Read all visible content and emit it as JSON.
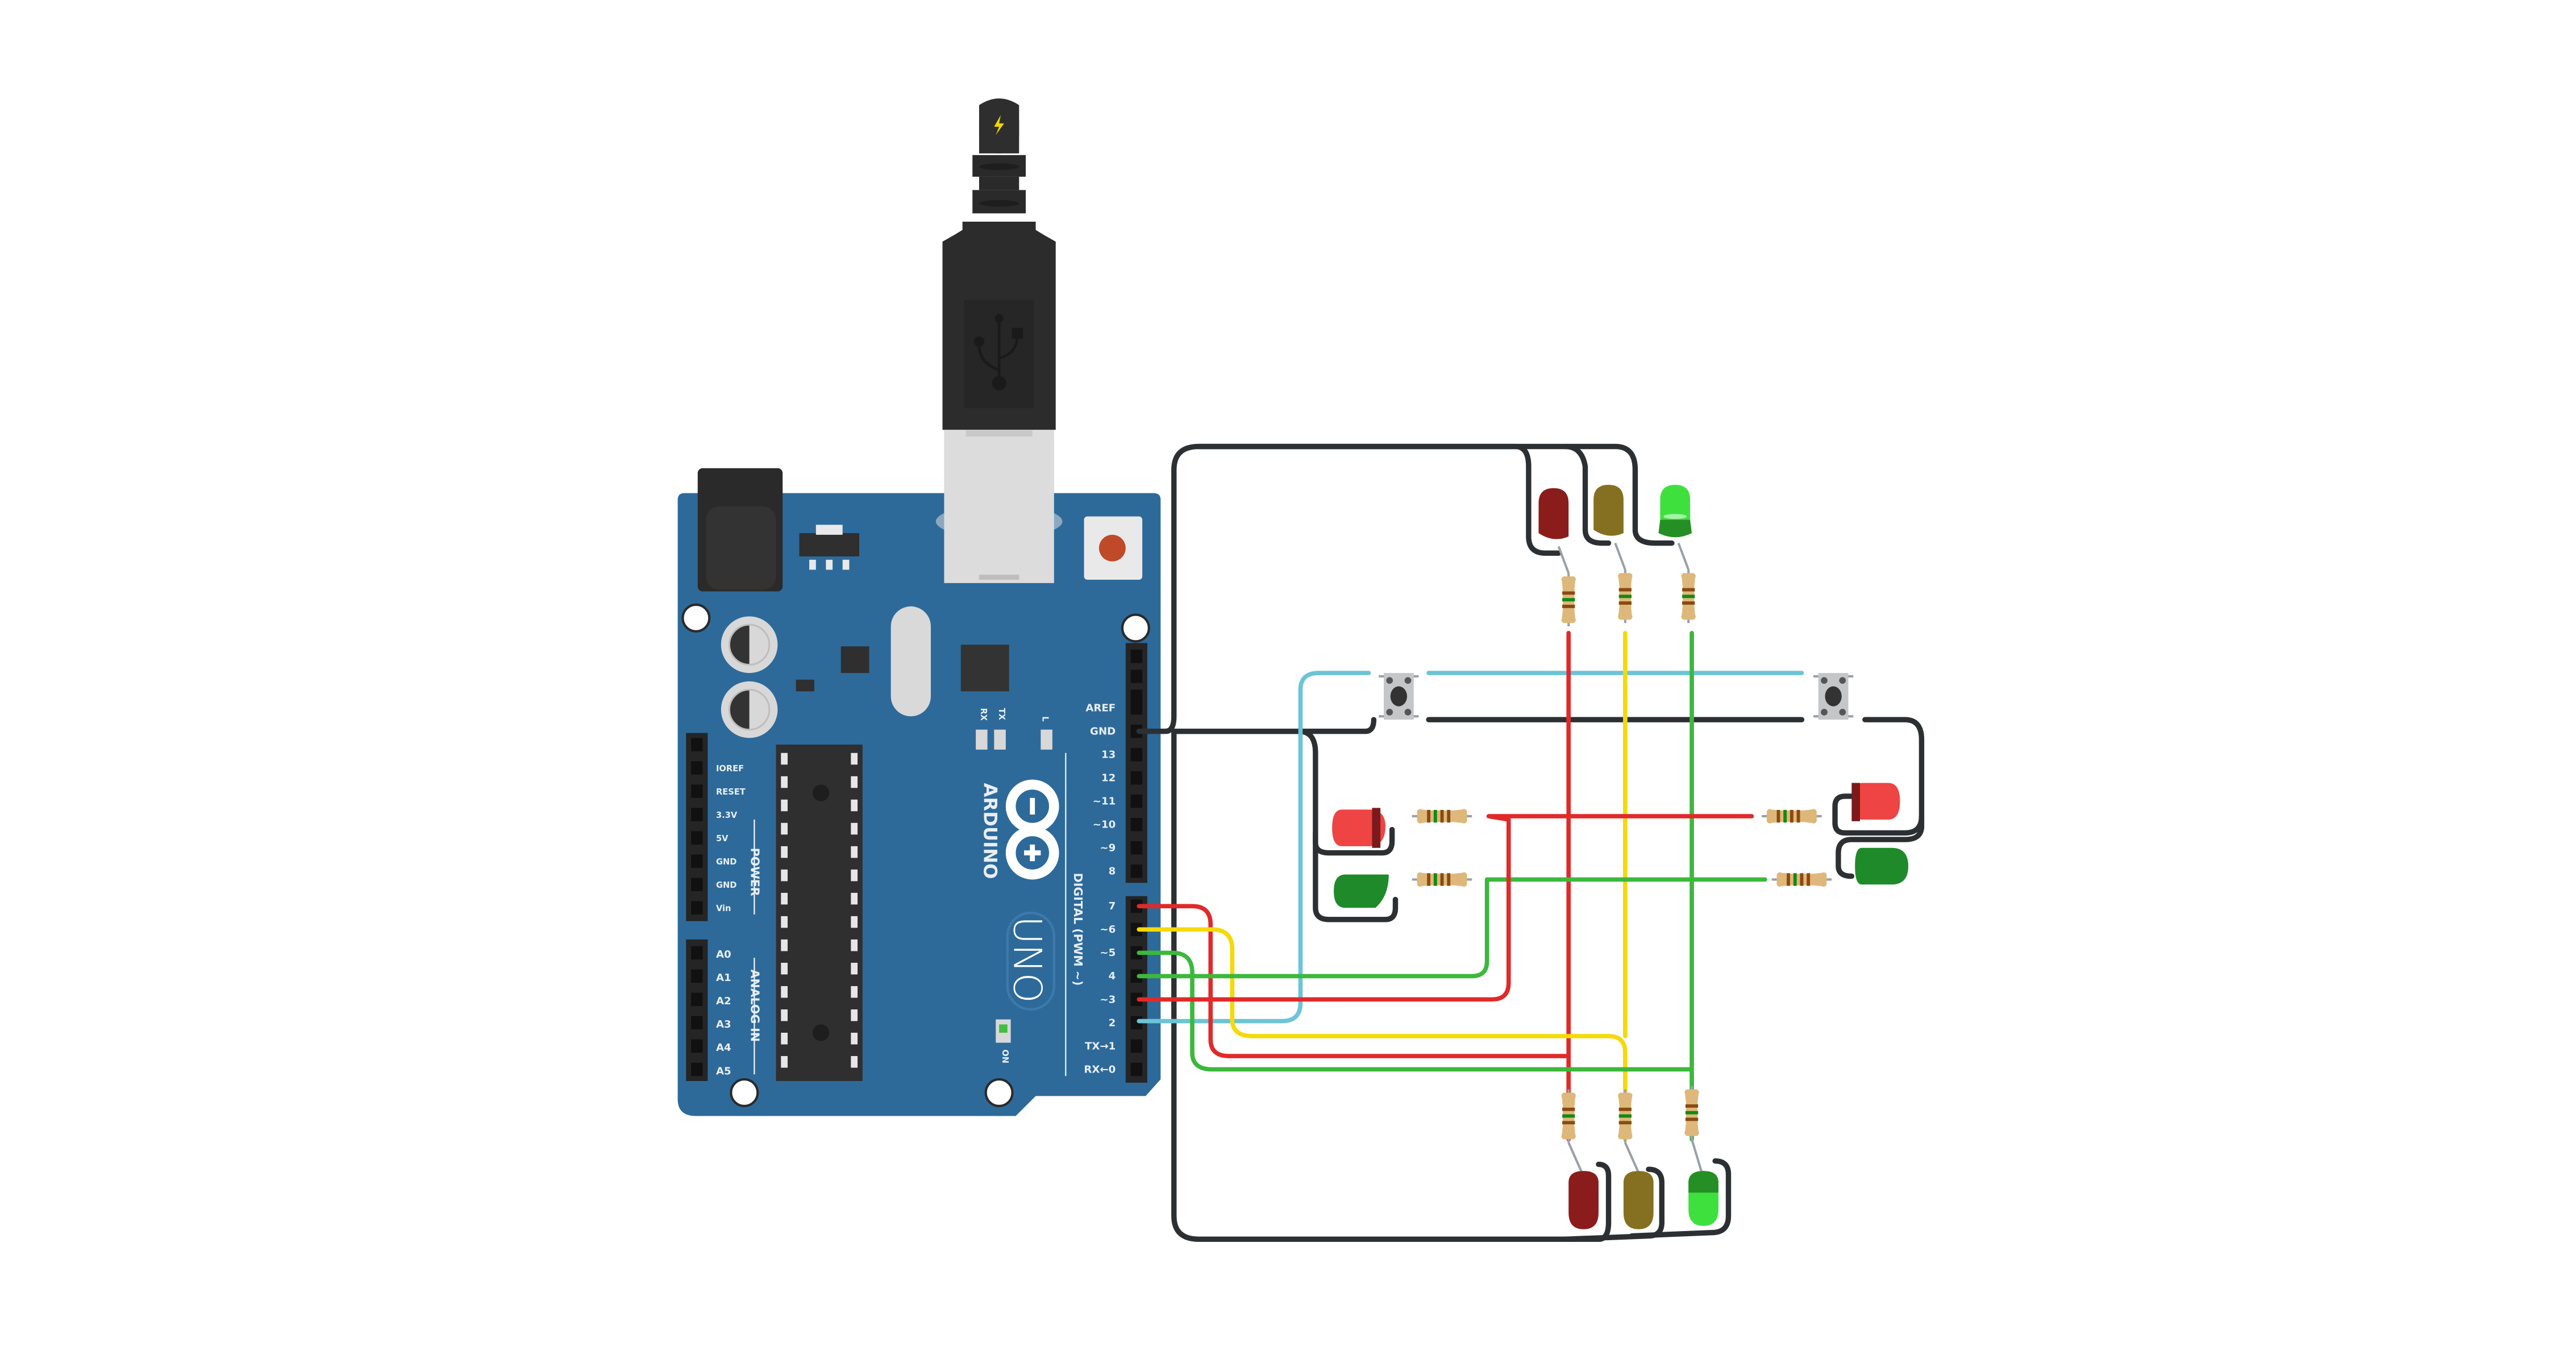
{
  "title": "Traffic light with pedestrian crossing circuit",
  "board": {
    "name": "Arduino Uno",
    "brand_text": "ARDUINO",
    "model_text": "UNO",
    "color": "#2d6a9a",
    "digital_section_label": "DIGITAL (PWM ~)",
    "power_section_label": "POWER",
    "analog_section_label": "ANALOG IN",
    "on_led_label": "ON",
    "status_leds": [
      "RX",
      "TX",
      "L"
    ],
    "digital_pins": [
      "AREF",
      "GND",
      "13",
      "12",
      "~11",
      "~10",
      "~9",
      "8",
      "7",
      "~6",
      "~5",
      "4",
      "~3",
      "2",
      "TX→1",
      "RX←0"
    ],
    "power_pins": [
      "IOREF",
      "RESET",
      "3.3V",
      "5V",
      "GND",
      "GND",
      "Vin"
    ],
    "analog_pins": [
      "A0",
      "A1",
      "A2",
      "A3",
      "A4",
      "A5"
    ]
  },
  "usb_cable": {
    "icon": "usb-icon",
    "power_indicator": "lightning-icon"
  },
  "wire_colors": {
    "ground": "#2d3033",
    "red": "#e02a2a",
    "yellow": "#f5d90a",
    "green": "#3cb83c",
    "button": "#6cc4d6"
  },
  "components": {
    "traffic_light_top": [
      {
        "color": "red",
        "lit": false
      },
      {
        "color": "yellow",
        "lit": false
      },
      {
        "color": "green",
        "lit": true
      }
    ],
    "traffic_light_bottom": [
      {
        "color": "red",
        "lit": false
      },
      {
        "color": "yellow",
        "lit": false
      },
      {
        "color": "green",
        "lit": true
      }
    ],
    "pedestrian_left": [
      {
        "color": "red",
        "lit": true
      },
      {
        "color": "green",
        "lit": false
      }
    ],
    "pedestrian_right": [
      {
        "color": "red",
        "lit": true
      },
      {
        "color": "green",
        "lit": false
      }
    ],
    "pushbuttons": 2,
    "resistors": 10
  },
  "connections": [
    {
      "pin": "7",
      "wire": "red",
      "to": "traffic red LEDs"
    },
    {
      "pin": "~6",
      "wire": "yellow",
      "to": "traffic yellow LEDs"
    },
    {
      "pin": "~5",
      "wire": "green",
      "to": "traffic green LEDs"
    },
    {
      "pin": "4",
      "wire": "green",
      "to": "pedestrian green LEDs"
    },
    {
      "pin": "~3",
      "wire": "red",
      "to": "pedestrian red LEDs"
    },
    {
      "pin": "2",
      "wire": "button",
      "to": "pushbuttons"
    },
    {
      "pin": "GND",
      "wire": "ground",
      "to": "common ground"
    }
  ]
}
